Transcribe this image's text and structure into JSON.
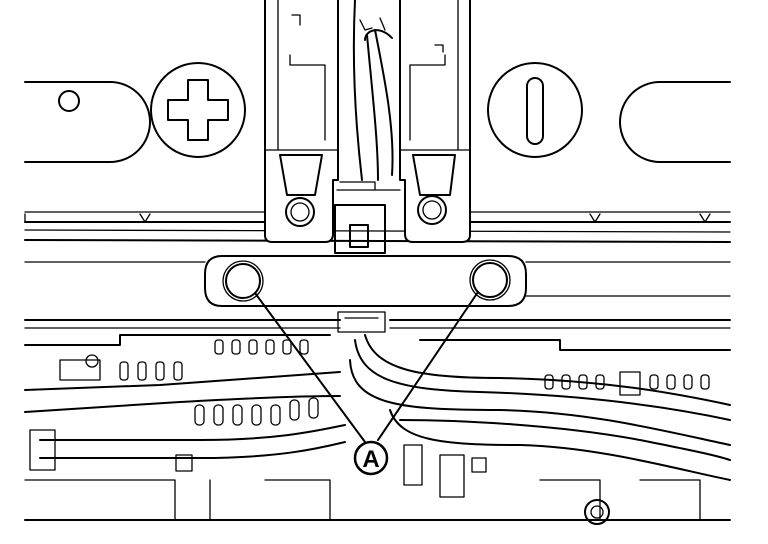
{
  "callout": {
    "label": "A",
    "marks": [
      "left-fastener",
      "right-fastener"
    ]
  }
}
